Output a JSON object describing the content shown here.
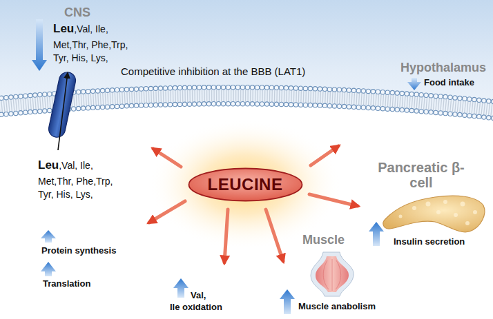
{
  "diagram": {
    "nodes": [
      {
        "text": [
          "LEUCINE"
        ]
      }
    ],
    "labels": [
      "CNS",
      "Leu",
      ",Val, Ile,",
      "Met,Thr, Phe,Trp,",
      "Tyr, His, Lys,",
      "Competitive inhibition at the BBB (LAT1)",
      "Hypothalamus",
      "Food intake",
      "Leu",
      ",Val, Ile,",
      "Met,Thr, Phe,Trp,",
      "Tyr, His, Lys,",
      "Pancreatic β-cell",
      "Insulin secretion",
      "Muscle",
      "Protein synthesis",
      "Translation",
      "Val,",
      "Ile oxidation",
      "Muscle anabolism"
    ]
  }
}
